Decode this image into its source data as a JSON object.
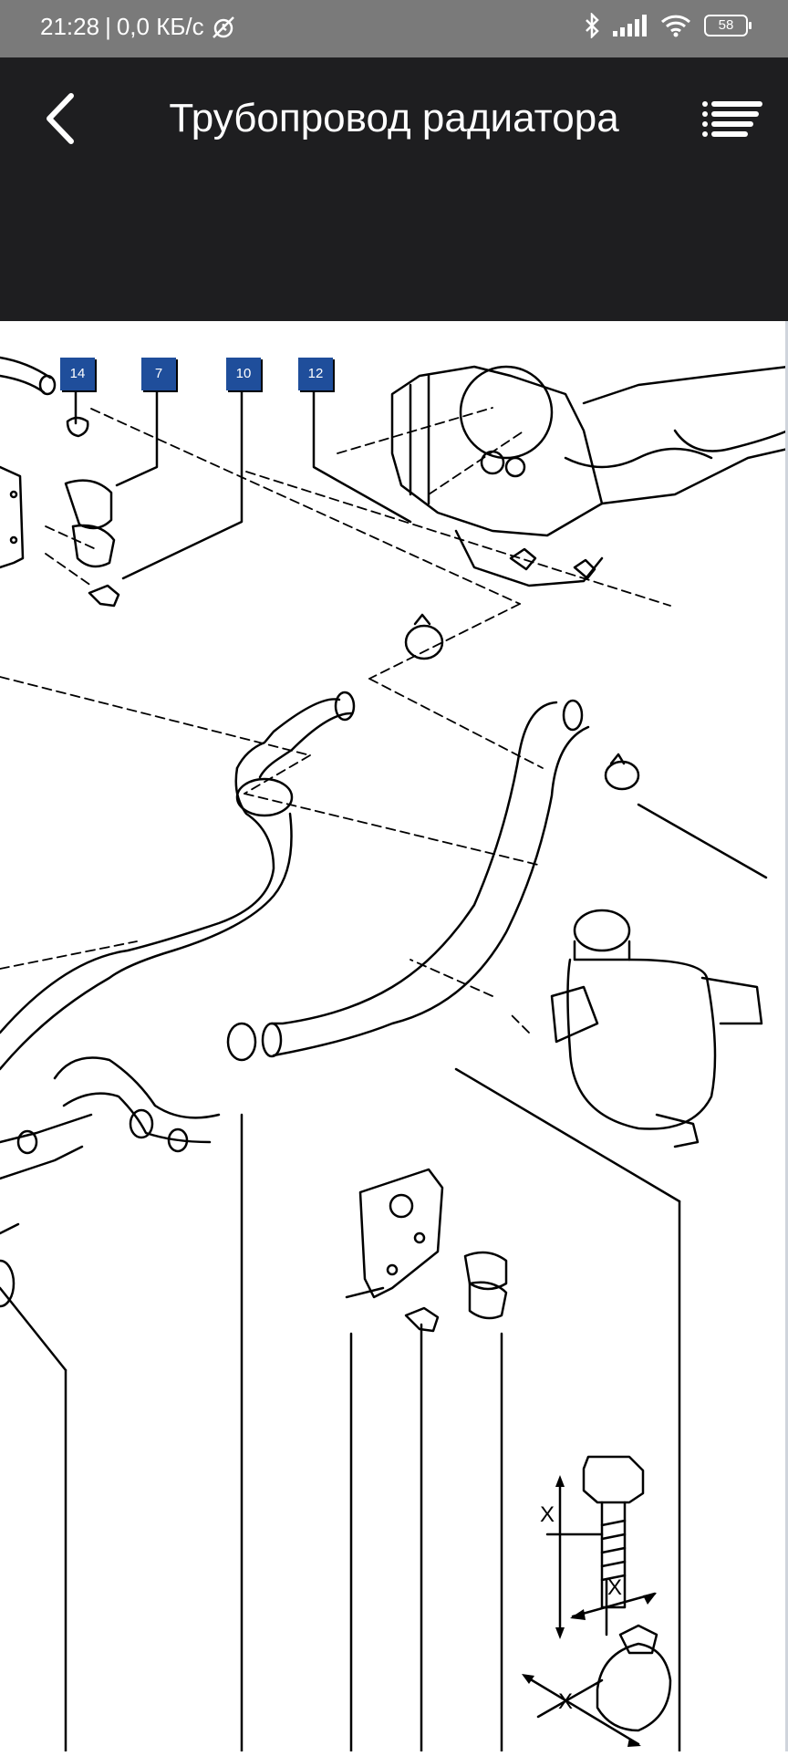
{
  "status_bar": {
    "time": "21:28",
    "separator": "|",
    "network_speed": "0,0 КБ/с",
    "battery": "58",
    "icons": [
      "muted-alarm-icon",
      "bluetooth-icon",
      "signal-icon",
      "wifi-icon",
      "battery-icon"
    ]
  },
  "app_bar": {
    "title": "Трубопровод радиатора",
    "back_icon": "chevron-left-icon",
    "menu_icon": "list-menu-icon",
    "background": "#1e1e20"
  },
  "diagram": {
    "callouts": [
      {
        "label": "14"
      },
      {
        "label": "7"
      },
      {
        "label": "10"
      },
      {
        "label": "12"
      }
    ],
    "dimension_labels": [
      "X",
      "X",
      "X"
    ],
    "callout_color": "#1f4e9b"
  }
}
